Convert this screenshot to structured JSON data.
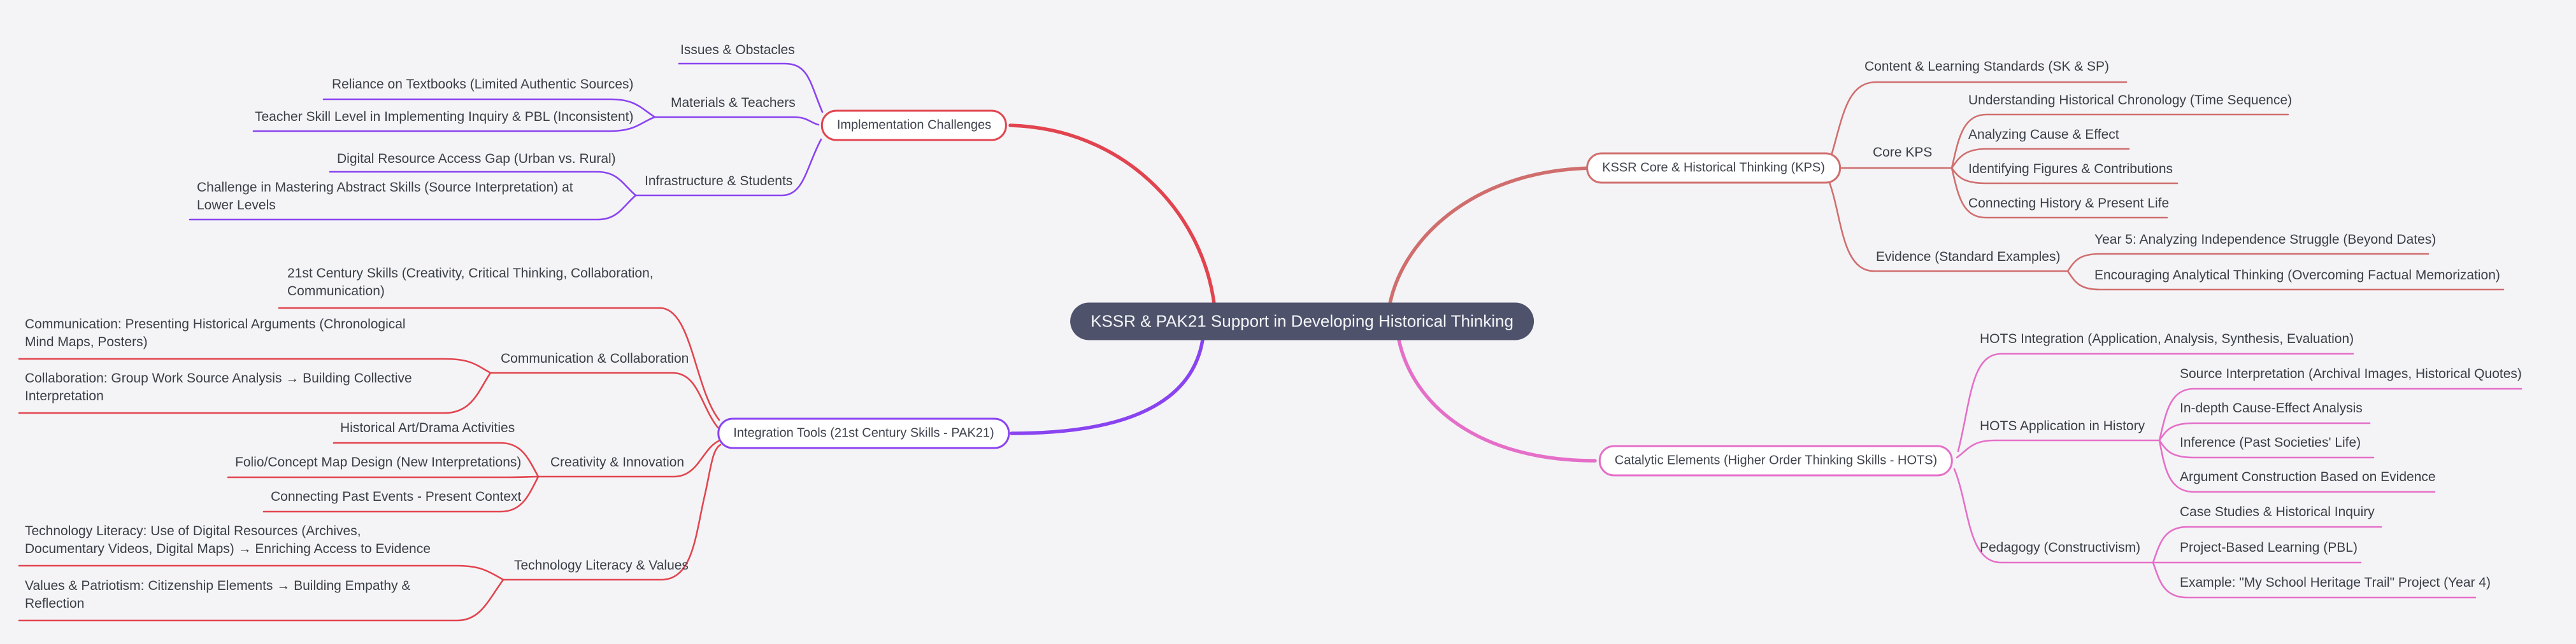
{
  "palette": {
    "background": "#f4f4f6",
    "red": "#e2444f",
    "violet": "#8a43f0",
    "salmon": "#d06e6e",
    "pink": "#e56fc8",
    "center_fill": "#4e526b",
    "center_text": "#f4f5f7",
    "label_text": "#3a3e46"
  },
  "center": {
    "label": "KSSR & PAK21 Support in Developing Historical Thinking"
  },
  "implementation": {
    "node": "Implementation Challenges",
    "issues": "Issues & Obstacles",
    "materials": "Materials & Teachers",
    "reliance": "Reliance on Textbooks (Limited Authentic Sources)",
    "teacher_skill": "Teacher Skill Level in Implementing Inquiry & PBL (Inconsistent)",
    "infrastructure": "Infrastructure & Students",
    "digital_gap": "Digital Resource Access Gap (Urban vs. Rural)",
    "abstract_line1": "Challenge in Mastering Abstract Skills (Source Interpretation) at",
    "abstract_line2": "Lower Levels"
  },
  "kssr": {
    "node": "KSSR Core & Historical Thinking (KPS)",
    "content_standards": "Content & Learning Standards (SK & SP)",
    "core_kps": "Core KPS",
    "chronology": "Understanding Historical Chronology (Time Sequence)",
    "cause_effect": "Analyzing Cause & Effect",
    "figures": "Identifying Figures & Contributions",
    "present_life": "Connecting History & Present Life",
    "evidence": "Evidence (Standard Examples)",
    "year5": "Year 5: Analyzing Independence Struggle (Beyond Dates)",
    "analytical": "Encouraging Analytical Thinking (Overcoming Factual Memorization)"
  },
  "catalytic": {
    "node": "Catalytic Elements (Higher Order Thinking Skills - HOTS)",
    "hots_integration": "HOTS Integration (Application, Analysis, Synthesis, Evaluation)",
    "hots_application": "HOTS Application in History",
    "source_interpretation": "Source Interpretation (Archival Images, Historical Quotes)",
    "cause_effect_analysis": "In-depth Cause-Effect Analysis",
    "inference": "Inference (Past Societies' Life)",
    "argument": "Argument Construction Based on Evidence",
    "pedagogy": "Pedagogy (Constructivism)",
    "case_studies": "Case Studies & Historical Inquiry",
    "pbl": "Project-Based Learning (PBL)",
    "example": "Example: \"My School Heritage Trail\" Project (Year 4)"
  },
  "integration": {
    "node": "Integration Tools (21st Century Skills - PAK21)",
    "c21_line1": "21st Century Skills (Creativity, Critical Thinking, Collaboration,",
    "c21_line2": "Communication)",
    "comm_collab": "Communication & Collaboration",
    "communication_line1": "Communication: Presenting Historical Arguments (Chronological",
    "communication_line2": "Mind Maps, Posters)",
    "collaboration_line1": "Collaboration: Group Work Source Analysis → Building Collective",
    "collaboration_line2": "Interpretation",
    "creativity": "Creativity & Innovation",
    "art_drama": "Historical Art/Drama Activities",
    "folio": "Folio/Concept Map Design (New Interpretations)",
    "past_present": "Connecting Past Events - Present Context",
    "tech_values": "Technology Literacy & Values",
    "tech_line1": "Technology Literacy: Use of Digital Resources (Archives,",
    "tech_line2": "Documentary Videos, Digital Maps) → Enriching Access to Evidence",
    "values_line1": "Values & Patriotism: Citizenship Elements → Building Empathy &",
    "values_line2": "Reflection"
  }
}
